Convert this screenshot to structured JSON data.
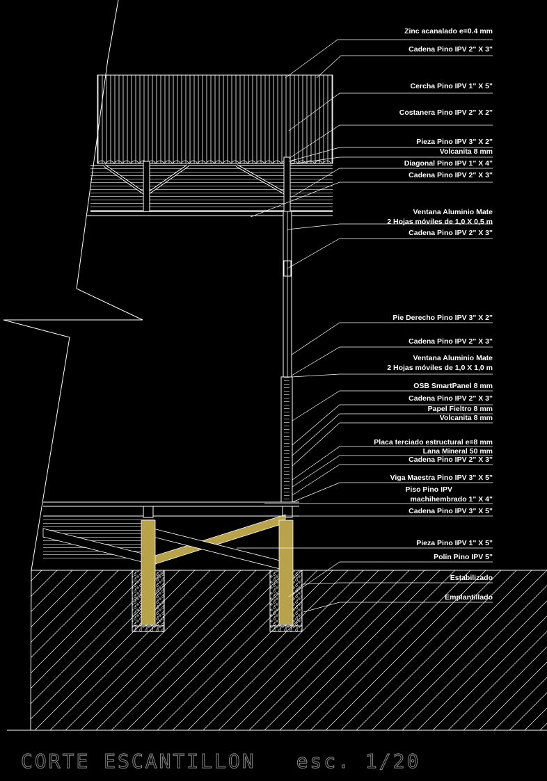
{
  "labels": {
    "zinc": "Zinc acanalado e=0.4 mm",
    "cadena_1": "Cadena Pino IPV 2\" X 3\"",
    "cercha": "Cercha Pino IPV 1\" X 5\"",
    "costanera": "Costanera Pino IPV 2\" X 2\"",
    "pieza_1": "Pieza Pino IPV 3\" X 2\"",
    "volcanita_1": "Volcanita 8 mm",
    "diagonal": "Diagonal Pino IPV 1\" X 4\"",
    "cadena_2": "Cadena Pino IPV 2\" X 3\"",
    "ventana_1_line1": "Ventana Aluminio Mate",
    "ventana_1_line2": "2 Hojas móviles de 1,0 X 0,5 m",
    "cadena_3": "Cadena Pino IPV 2\" X 3\"",
    "pie_derecho": "Pie Derecho Pino IPV 3\" X 2\"",
    "cadena_4": "Cadena Pino IPV 2\" X 3\"",
    "ventana_2_line1": "Ventana Aluminio Mate",
    "ventana_2_line2": "2 Hojas móviles de 1,0 X 1,0 m",
    "osb": "OSB SmartPanel 8 mm",
    "cadena_5": "Cadena Pino IPV 2\" X 3\"",
    "papel": "Papel Fieltro 8 mm",
    "volcanita_2": "Volcanita 8 mm",
    "placa": "Placa terciado estructural e=8 mm",
    "lana": "Lana Mineral 50 mm",
    "cadena_6": "Cadena Pino IPV 2\" X 3\"",
    "viga": "Viga Maestra Pino IPV 3\" X 5\"",
    "piso_line1": "Piso Pino IPV",
    "piso_line2": "machihembrado 1\" X 4\"",
    "cadena_7": "Cadena Pino IPV 3\" X 5\"",
    "pieza_2": "Pieza Pino IPV 1\" X 5\"",
    "polin": "Polín Pino IPV 5\"",
    "estabilizado": "Estabilizado",
    "emplantillado": "Emplantillado"
  },
  "title": {
    "name": "CORTE ESCANTILLON",
    "scale": "esc. 1/20"
  },
  "colors": {
    "background": "#000000",
    "lines": "#ffffff",
    "timber": "#b8a24a",
    "title": "#8a8a8a"
  }
}
